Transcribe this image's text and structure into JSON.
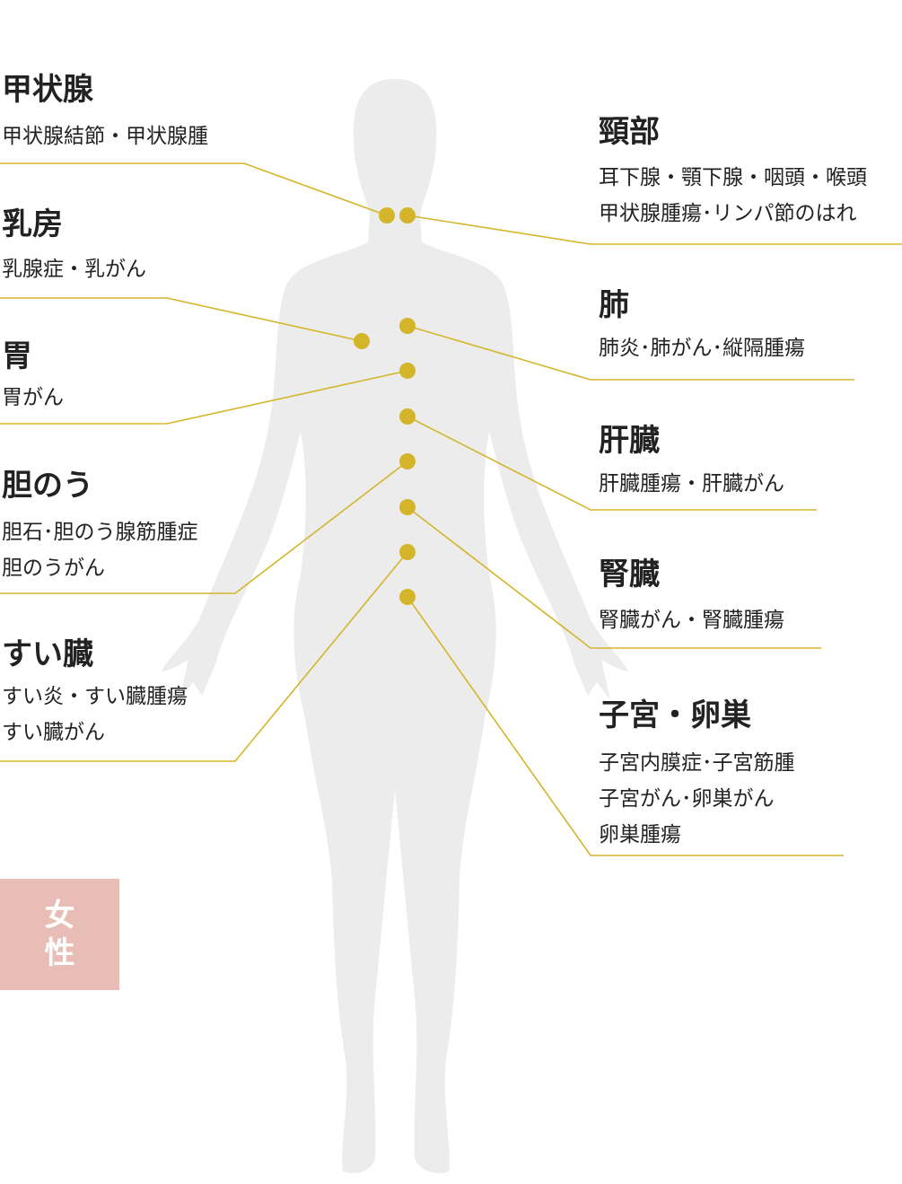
{
  "colors": {
    "accent": "#d4b52a",
    "body": "#ececec",
    "tag": "#e8bdb5"
  },
  "gender_tag": {
    "line1": "女",
    "line2": "性"
  },
  "left": [
    {
      "title": "甲状腺",
      "items": [
        "甲状腺結節・甲状腺腫"
      ]
    },
    {
      "title": "乳房",
      "items": [
        "乳腺症・乳がん"
      ]
    },
    {
      "title": "胃",
      "items": [
        "胃がん"
      ]
    },
    {
      "title": "胆のう",
      "items": [
        "胆石･胆のう腺筋腫症",
        "胆のうがん"
      ]
    },
    {
      "title": "すい臓",
      "items": [
        "すい炎・すい臓腫瘍",
        "すい臓がん"
      ]
    }
  ],
  "right": [
    {
      "title": "頸部",
      "items": [
        "耳下腺・顎下腺・咽頭・喉頭",
        "甲状腺腫瘍･リンパ節のはれ"
      ]
    },
    {
      "title": "肺",
      "items": [
        "肺炎･肺がん･縦隔腫瘍"
      ]
    },
    {
      "title": "肝臓",
      "items": [
        "肝臓腫瘍・肝臓がん"
      ]
    },
    {
      "title": "腎臓",
      "items": [
        "腎臓がん・腎臓腫瘍"
      ]
    },
    {
      "title": "子宮・卵巣",
      "items": [
        "子宮内膜症･子宮筋腫",
        "子宮がん･卵巣がん",
        "卵巣腫瘍"
      ]
    }
  ]
}
